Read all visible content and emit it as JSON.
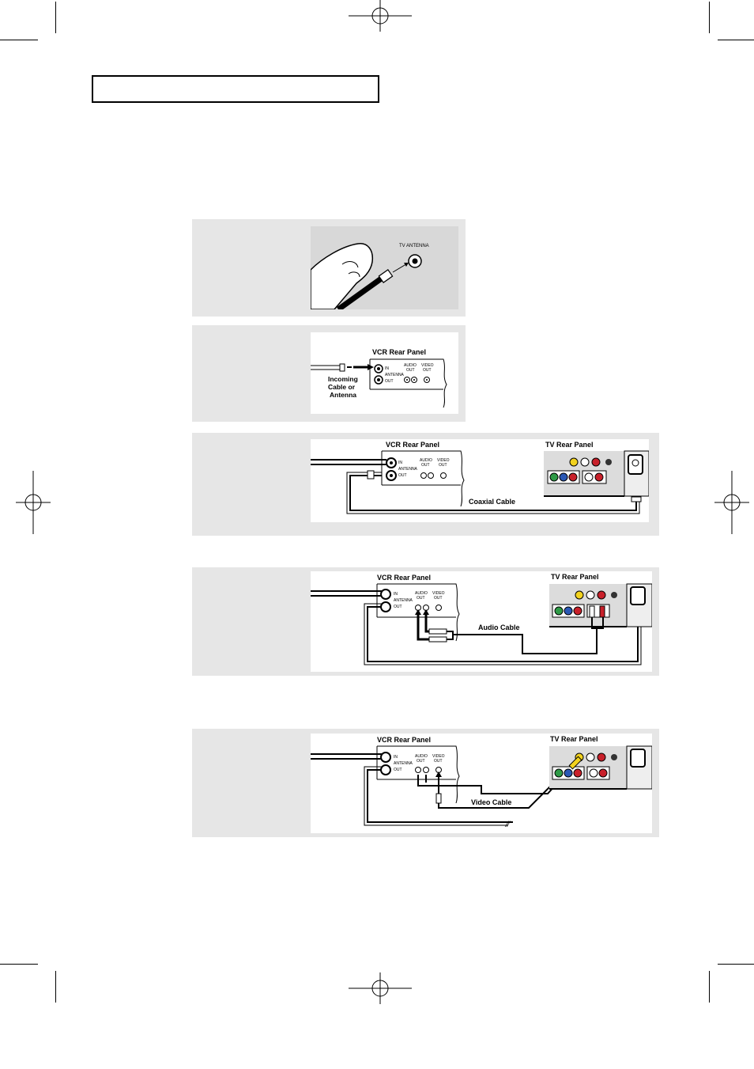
{
  "figures": {
    "fig1": {
      "connector_label": "TV ANTENNA"
    },
    "fig2": {
      "vcr_title": "VCR  Rear  Panel",
      "incoming": [
        "Incoming",
        "Cable  or",
        "Antenna"
      ],
      "in_label": "IN",
      "antenna_label": "ANTENNA",
      "out_label": "OUT",
      "audio_out": [
        "AUDIO",
        "OUT"
      ],
      "video_out": [
        "VIDEO",
        "OUT"
      ]
    },
    "fig3": {
      "vcr_title": "VCR  Rear  Panel",
      "tv_title": "TV  Rear  Panel",
      "cable_label": "Coaxial  Cable"
    },
    "fig4": {
      "vcr_title": "VCR  Rear  Panel",
      "tv_title": "TV  Rear  Panel",
      "cable_label": "Audio  Cable"
    },
    "fig5": {
      "vcr_title": "VCR  Rear  Panel",
      "tv_title": "TV  Rear  Panel",
      "cable_label": "Video  Cable"
    }
  },
  "colors": {
    "panel_bg": "#e6e6e6",
    "tv_panel": "#dcdcdc",
    "yellow_jack": "#f2d21e",
    "red_jack": "#c8202a",
    "green_jack": "#2e9a46",
    "blue_jack": "#2a58b4"
  }
}
